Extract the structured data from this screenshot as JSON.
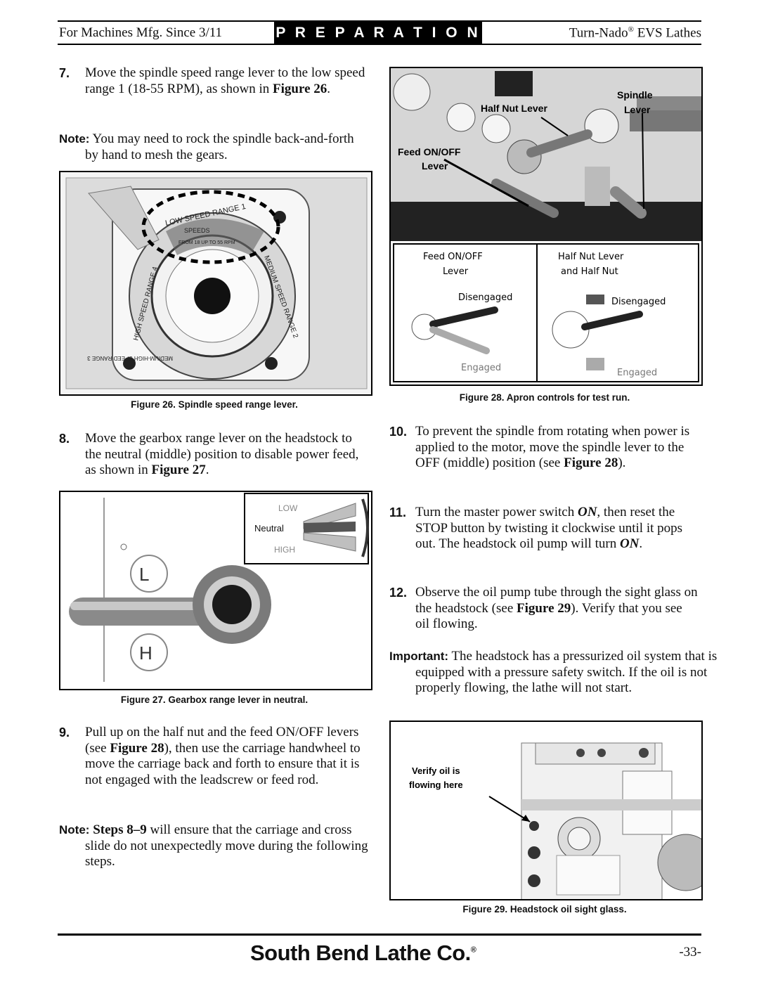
{
  "header": {
    "left": "For Machines Mfg. Since 3/11",
    "section": "P R E P A R A T I O N",
    "right_prefix": "Turn-Nado",
    "right_reg": "®",
    "right_suffix": " EVS Lathes"
  },
  "steps": {
    "s7": {
      "num": "7.",
      "text": "Move the spindle speed range lever to the low speed range 1 (18-55 RPM), as shown in ",
      "ref": "Figure 26",
      "end": "."
    },
    "note1": {
      "label": "Note:",
      "text": " You may need to rock the spindle back-and-forth by hand to mesh the gears."
    },
    "s8": {
      "num": "8.",
      "text": "Move the gearbox range lever on the headstock to the neutral (middle) position to disable power feed, as shown in ",
      "ref": "Figure 27",
      "end": "."
    },
    "s9": {
      "num": "9.",
      "text_a": "Pull up on the half nut and the feed ON/OFF levers (see ",
      "ref": "Figure 28",
      "text_b": "), then use the carriage handwheel to move the carriage back and forth to ensure that it is not engaged with the leadscrew or feed rod."
    },
    "note2": {
      "label": "Note:",
      "bold": " Steps 8–9",
      "text": " will ensure that the carriage and cross slide do not unexpectedly move during the following steps."
    },
    "s10": {
      "num": "10.",
      "text_a": "To prevent the spindle from rotating when power is applied to the motor, move the spindle lever to the OFF (middle) position (see ",
      "ref": "Figure 28",
      "text_b": ")."
    },
    "s11": {
      "num": "11.",
      "text_a": "Turn the master power switch ",
      "em1": "ON",
      "text_b": ", then reset the STOP button by twisting it clockwise until it pops out. The headstock oil pump will turn ",
      "em2": "ON",
      "text_c": "."
    },
    "s12": {
      "num": "12.",
      "text_a": "Observe the oil pump tube through the sight glass on the headstock (see ",
      "ref": "Figure 29",
      "text_b": "). Verify that you see oil flowing."
    },
    "important": {
      "label": "Important:",
      "text": " The headstock has a pressurized oil system that is equipped with a pressure safety switch. If the oil is not properly flowing, the lathe will not start."
    }
  },
  "figures": {
    "fig26": {
      "caption": "Figure 26. Spindle speed range lever.",
      "dial_low": "LOW SPEED RANGE 1",
      "dial_speeds": "SPEEDS",
      "dial_from": "FROM 18 UP TO 55 RPM",
      "dial_medium": "MEDIUM SPEED RANGE 2",
      "dial_high": "HIGH SPEED RANGE 4",
      "dial_mh": "MEDIUM-HIGH SPEED RANGE 3"
    },
    "fig27": {
      "caption": "Figure 27. Gearbox range lever in neutral.",
      "low": "LOW",
      "neutral": "Neutral",
      "high": "HIGH",
      "l": "L",
      "h": "H"
    },
    "fig28": {
      "caption": "Figure 28. Apron controls for test run.",
      "spindle_lever_1": "Spindle",
      "spindle_lever_2": "Lever",
      "half_nut_lever": "Half Nut Lever",
      "feed_lever_1": "Feed ON/OFF",
      "feed_lever_2": "Lever",
      "panel_left_1": "Feed ON/OFF",
      "panel_left_2": "Lever",
      "panel_right_1": "Half Nut Lever",
      "panel_right_2": "and Half Nut",
      "disengaged": "Disengaged",
      "engaged": "Engaged"
    },
    "fig29": {
      "caption": "Figure 29. Headstock oil sight glass.",
      "callout_1": "Verify oil is",
      "callout_2": "flowing here"
    }
  },
  "footer": {
    "brand": "South Bend Lathe Co.",
    "reg": "®",
    "page": "-33-"
  }
}
